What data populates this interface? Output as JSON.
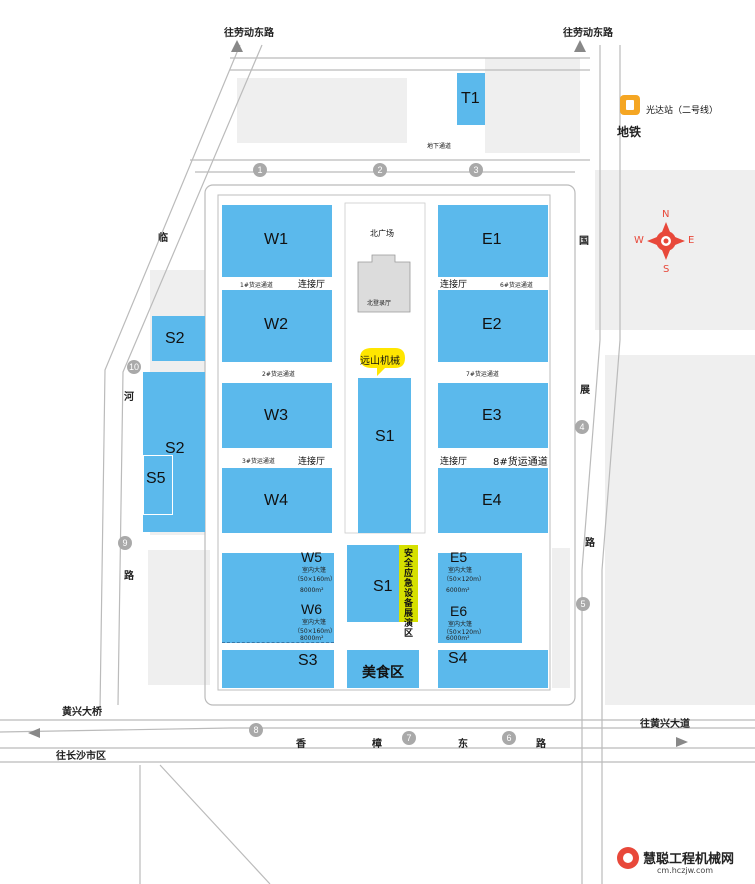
{
  "roads": {
    "north_left": "往劳动东路",
    "north_right": "往劳动东路",
    "west_name_chars": [
      "临",
      "河",
      "路"
    ],
    "east_name_chars": [
      "国",
      "展",
      "路"
    ],
    "south_name_chars": [
      "香",
      "樟",
      "东",
      "路"
    ],
    "yellow_bridge": "黄兴大桥",
    "to_changsha": "往长沙市区",
    "to_huangxing": "往黄兴大道",
    "underground_passage": "地下通道"
  },
  "metro": {
    "station": "光达站（二号线）",
    "label": "地铁"
  },
  "compass": {
    "n": "N",
    "s": "S",
    "e": "E",
    "w": "W"
  },
  "halls": {
    "t1": "T1",
    "w1": "W1",
    "w2": "W2",
    "w3": "W3",
    "w4": "W4",
    "e1": "E1",
    "e2": "E2",
    "e3": "E3",
    "e4": "E4",
    "s1": "S1",
    "s1b": "S1",
    "s2a": "S2",
    "s2b": "S2",
    "s5": "S5",
    "s3": "S3",
    "s4": "S4",
    "w5": "W5",
    "w6": "W6",
    "e5": "E5",
    "e6": "E6",
    "food": "美食区"
  },
  "tents": {
    "w5_line1": "室内大篷",
    "w5_line2": "（50×160m）",
    "w5_area": "8000m²",
    "w6_line1": "室内大篷",
    "w6_line2": "（50×160m）",
    "w6_area": "8000m²",
    "e5_line1": "室内大篷",
    "e5_line2": "（50×120m）",
    "e5_area": "6000m²",
    "e6_line1": "室内大篷",
    "e6_line2": "（50×120m）",
    "e6_area": "6000m²"
  },
  "areas": {
    "north_plaza": "北广场",
    "north_lobby": "北登录厅",
    "emergency_zone": "安全应急设备展演区",
    "booth_marker": "远山机械"
  },
  "connectors": {
    "w12": "连接厅",
    "w34": "连接厅",
    "e12": "连接厅",
    "e34": "连接厅",
    "cargo_1": "1#货运通道",
    "cargo_2": "2#货运通道",
    "cargo_3": "3#货运通道",
    "cargo_6": "6#货运通道",
    "cargo_7": "7#货运通道",
    "cargo_8": "8#货运通道"
  },
  "gates": [
    "1",
    "2",
    "3",
    "4",
    "5",
    "6",
    "7",
    "8",
    "9",
    "10"
  ],
  "watermark": {
    "name": "慧聪工程机械网",
    "url": "cm.hczjw.com"
  },
  "colors": {
    "hall_blue": "#5bb9ec",
    "zone_yellow": "#d6e000",
    "road_gray": "#d8d8d8",
    "block_gray": "#efefef"
  }
}
